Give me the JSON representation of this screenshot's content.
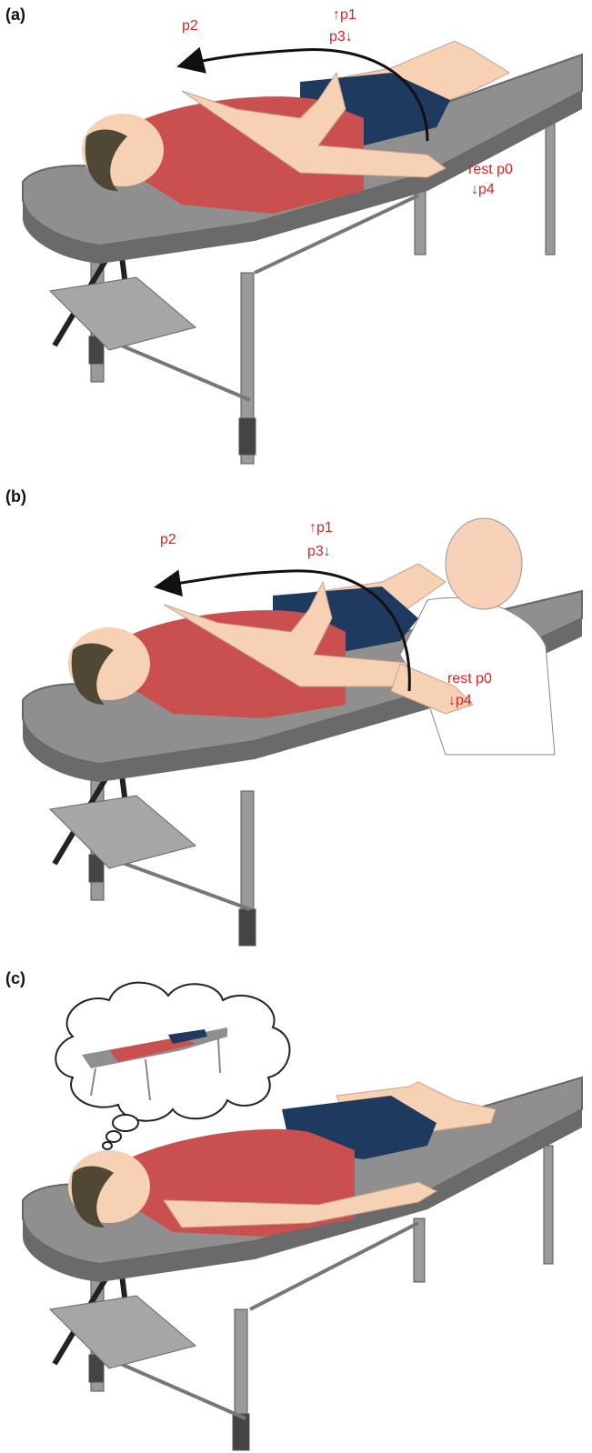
{
  "panels": [
    {
      "label": "(a)",
      "annotations": {
        "p2": "p2",
        "p1": "↑p1",
        "p3": "p3↓",
        "p0": "rest p0",
        "p4": "↓p4"
      }
    },
    {
      "label": "(b)",
      "annotations": {
        "p2": "p2",
        "p1": "↑p1",
        "p3": "p3↓",
        "p0": "rest p0",
        "p4": "↓p4"
      }
    },
    {
      "label": "(c)"
    }
  ],
  "colors": {
    "annotation": "#e02020",
    "shirt": "#c9504f",
    "shorts": "#1f3a5f",
    "skin": "#f6d1b3",
    "hair": "#4f4834",
    "table_top": "#8c8c8c",
    "table_frame": "#555555",
    "therapist_shirt": "#ffffff",
    "therapist_head": "#f7d2b8"
  }
}
